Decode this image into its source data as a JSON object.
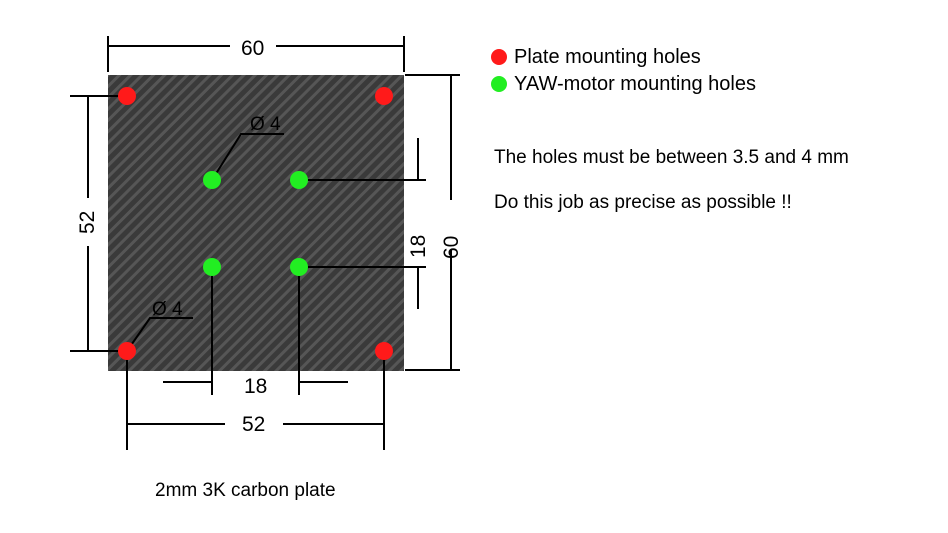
{
  "colors": {
    "plate_hole": "#ff1a1a",
    "yaw_hole": "#22ee22",
    "plate_base": "#3a3a3a",
    "plate_weave": "#555555"
  },
  "dimensions": {
    "top_width": "60",
    "right_height": "60",
    "left_height": "52",
    "bottom_width": "52",
    "inner_horizontal": "18",
    "inner_vertical": "18",
    "hole_diameter_top": "Ø 4",
    "hole_diameter_bottom": "Ø 4"
  },
  "legend": [
    {
      "label": "Plate mounting holes",
      "color": "#ff1a1a"
    },
    {
      "label": "YAW-motor mounting holes",
      "color": "#22ee22"
    }
  ],
  "notes": {
    "tolerance": "The holes must be between 3.5 and 4 mm",
    "precision": "Do this job as precise as possible !!"
  },
  "caption": "2mm 3K carbon plate"
}
